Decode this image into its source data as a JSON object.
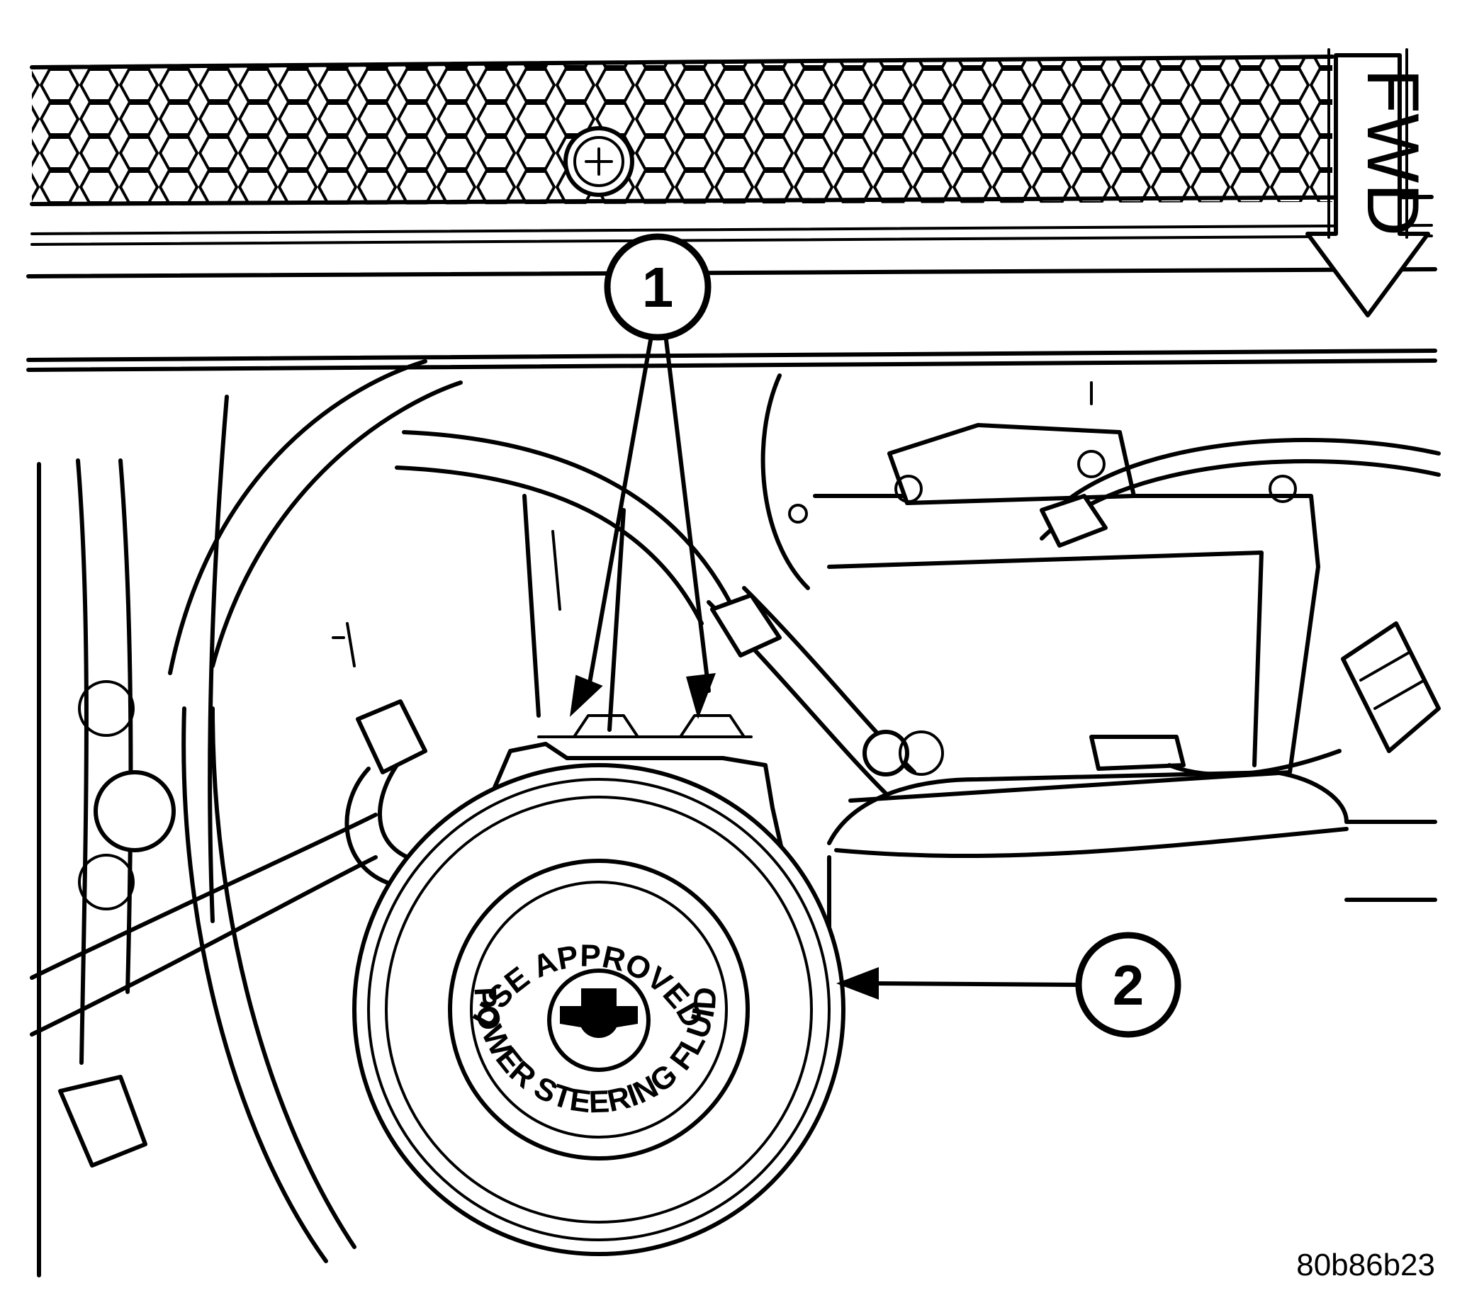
{
  "fwd_label": "FWD",
  "callouts": [
    {
      "id": "1",
      "label": "1",
      "target": "reservoir mounting tabs"
    },
    {
      "id": "2",
      "label": "2",
      "target": "power steering reservoir"
    }
  ],
  "cap_text_top": "USE APPROVED",
  "cap_text_bottom": "POWER STEERING FLUID",
  "figure_code": "80b86b23",
  "colors": {
    "line": "#000000",
    "background": "#ffffff"
  }
}
